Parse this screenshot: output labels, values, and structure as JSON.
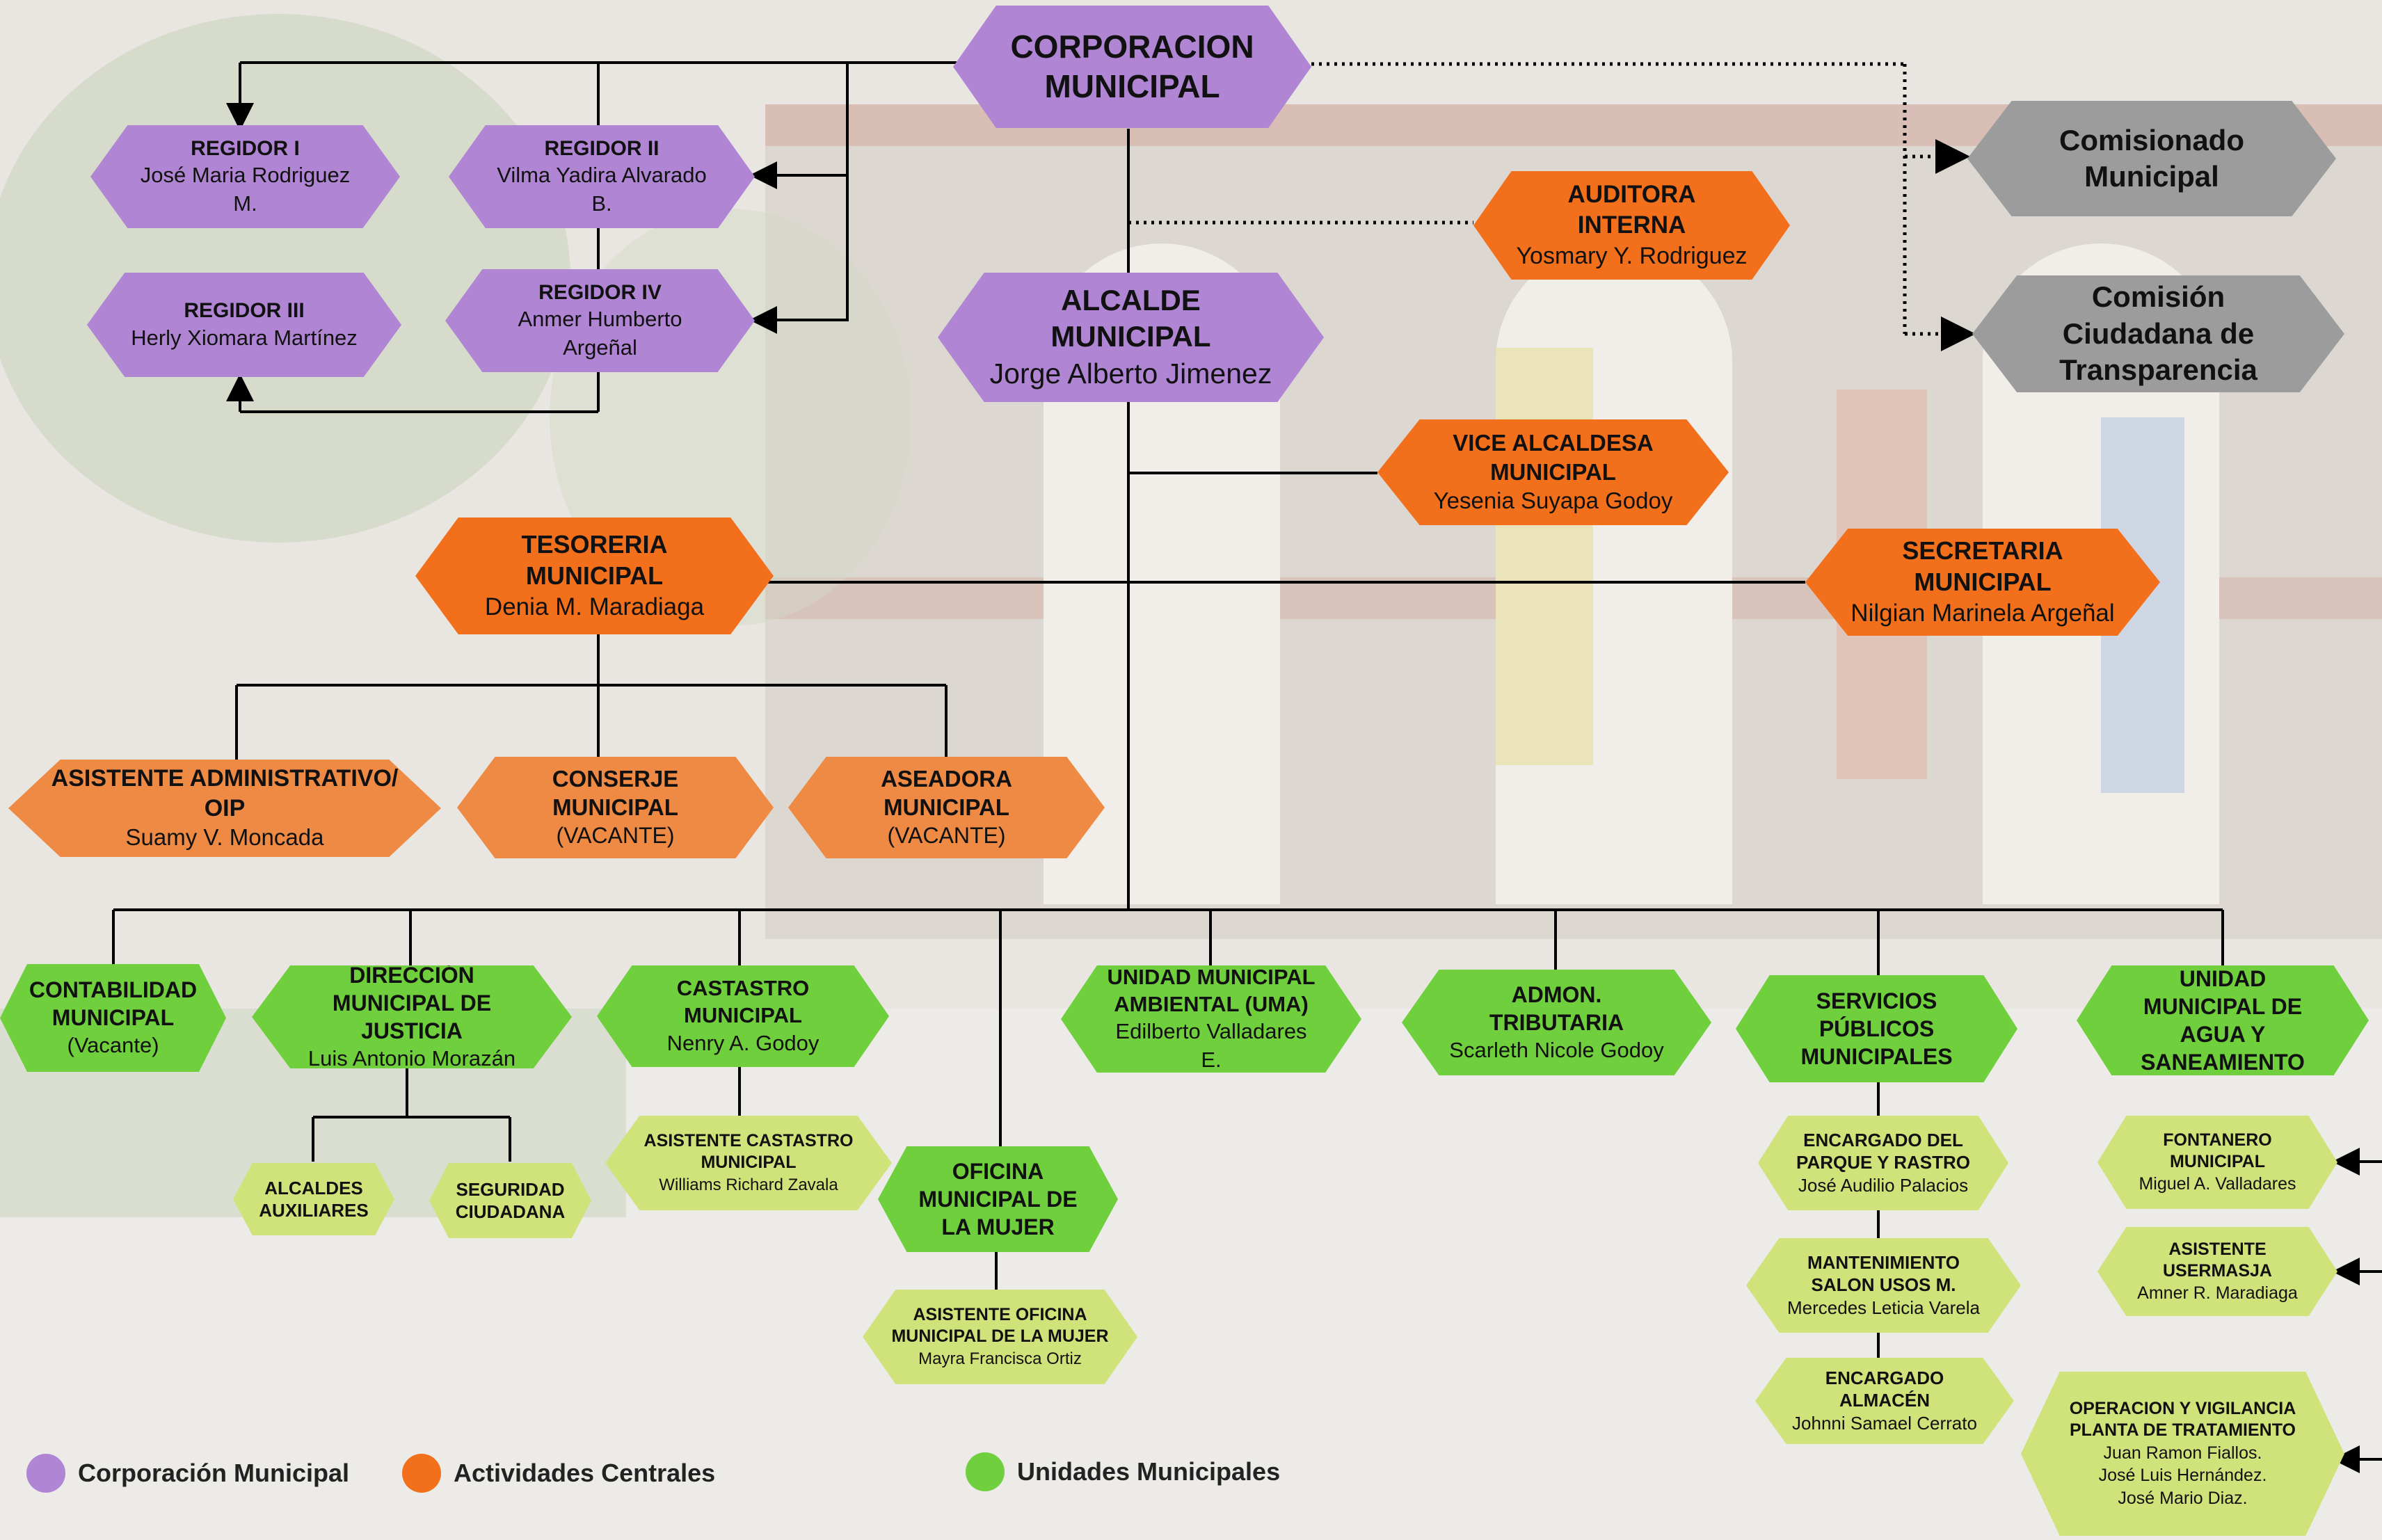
{
  "colors": {
    "corporacion": "#b085d4",
    "actividades": "#f2701c",
    "unidades": "#6fcf3c",
    "sub": "#cfe37a",
    "externo": "#9c9c9c"
  },
  "nodes": {
    "corporacion": {
      "title": "CORPORACION MUNICIPAL"
    },
    "regidor1": {
      "title": "REGIDOR I",
      "name": "José Maria Rodriguez M."
    },
    "regidor2": {
      "title": "REGIDOR II",
      "name": "Vilma Yadira Alvarado B."
    },
    "regidor3": {
      "title": "REGIDOR III",
      "name": "Herly Xiomara Martínez"
    },
    "regidor4": {
      "title": "REGIDOR IV",
      "name": "Anmer Humberto Argeñal"
    },
    "comisionado": {
      "title": "Comisionado Municipal"
    },
    "comision": {
      "title": "Comisión Ciudadana de Transparencia"
    },
    "auditora": {
      "title": "AUDITORA INTERNA",
      "name": "Yosmary Y. Rodriguez"
    },
    "alcalde": {
      "title": "ALCALDE MUNICIPAL",
      "name": "Jorge Alberto Jimenez"
    },
    "vice": {
      "title": "VICE ALCALDESA MUNICIPAL",
      "name": "Yesenia Suyapa Godoy"
    },
    "tesoreria": {
      "title": "TESORERIA MUNICIPAL",
      "name": "Denia M. Maradiaga"
    },
    "secretaria": {
      "title": "SECRETARIA MUNICIPAL",
      "name": "Nilgian Marinela Argeñal"
    },
    "asistente_adm": {
      "title": "ASISTENTE ADMINISTRATIVO/ OIP",
      "name": "Suamy V. Moncada"
    },
    "conserje": {
      "title": "CONSERJE MUNICIPAL",
      "name": "(VACANTE)"
    },
    "aseadora": {
      "title": "ASEADORA  MUNICIPAL",
      "name": "(VACANTE)"
    },
    "contabilidad": {
      "title": "CONTABILIDAD MUNICIPAL",
      "name": "(Vacante)"
    },
    "justicia": {
      "title": "DIRECCIÓN MUNICIPAL DE  JUSTICIA",
      "name": "Luis Antonio Morazán"
    },
    "catastro": {
      "title": "CASTASTRO  MUNICIPAL",
      "name": "Nenry A. Godoy"
    },
    "uma": {
      "title": "UNIDAD MUNICIPAL AMBIENTAL (UMA)",
      "name": "Edilberto Valladares E."
    },
    "tributaria": {
      "title": "ADMON. TRIBUTARIA",
      "name": "Scarleth Nicole Godoy"
    },
    "servicios": {
      "title": "SERVICIOS PÚBLICOS MUNICIPALES"
    },
    "agua": {
      "title": "UNIDAD MUNICIPAL DE AGUA Y SANEAMIENTO"
    },
    "alcaldes_aux": {
      "title": "ALCALDES AUXILIARES"
    },
    "seguridad": {
      "title": "SEGURIDAD CIUDADANA"
    },
    "asist_catastro": {
      "title": "ASISTENTE CASTASTRO MUNICIPAL",
      "name": "Williams Richard Zavala"
    },
    "mujer": {
      "title": "OFICINA MUNICIPAL DE LA MUJER"
    },
    "asist_mujer": {
      "title": "ASISTENTE OFICINA MUNICIPAL DE LA MUJER",
      "name": "Mayra Francisca Ortiz"
    },
    "parque": {
      "title": "ENCARGADO DEL PARQUE Y RASTRO",
      "name": "José Audilio Palacios"
    },
    "salon": {
      "title": "MANTENIMIENTO SALON USOS M.",
      "name": "Mercedes Leticia Varela"
    },
    "almacen": {
      "title": "ENCARGADO ALMACÉN",
      "name": "Johnni Samael Cerrato"
    },
    "fontanero": {
      "title": "FONTANERO MUNICIPAL",
      "name": "Miguel A. Valladares"
    },
    "usermasja": {
      "title": "ASISTENTE USERMASJA",
      "name": "Amner R. Maradiaga"
    },
    "planta": {
      "title": "OPERACION Y VIGILANCIA PLANTA DE TRATAMIENTO",
      "names": [
        "Juan Ramon Fiallos.",
        "José Luis Hernández.",
        "José Mario Diaz."
      ]
    }
  },
  "legend": {
    "corporacion": "Corporación Municipal",
    "actividades": "Actividades Centrales",
    "unidades": "Unidades Municipales"
  }
}
